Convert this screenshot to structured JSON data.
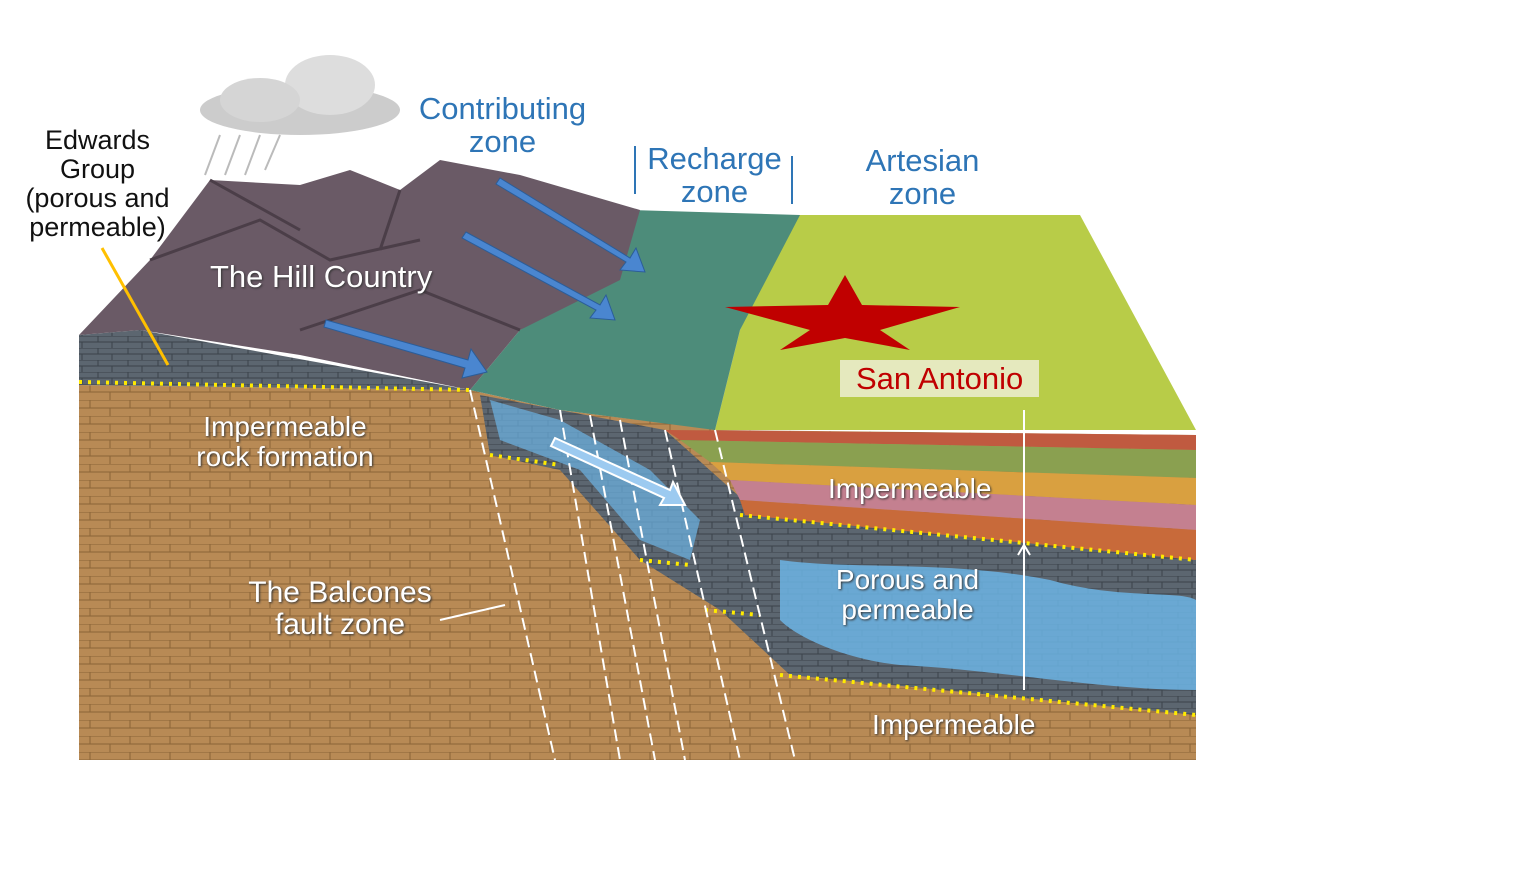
{
  "title": "Edwards Aquifer zones",
  "labels": {
    "edwards_group": "Edwards Group (porous and permeable)",
    "contributing_zone": "Contributing zone",
    "recharge_zone": "Recharge zone",
    "artesian_zone": "Artesian zone",
    "hill_country": "The Hill Country",
    "san_antonio": "San Antonio",
    "impermeable_rock": "Impermeable rock formation",
    "impermeable_upper": "Impermeable",
    "porous_permeable": "Porous and permeable",
    "impermeable_lower": "Impermeable",
    "balcones_fault": "The Balcones fault zone"
  },
  "colors": {
    "label_blue": "#2e75b6",
    "city_red": "#c00000",
    "aquifer_blue": "#6cb4e4",
    "rock_tan": "#b88a55",
    "boundary_yellow": "#ffeb00"
  }
}
